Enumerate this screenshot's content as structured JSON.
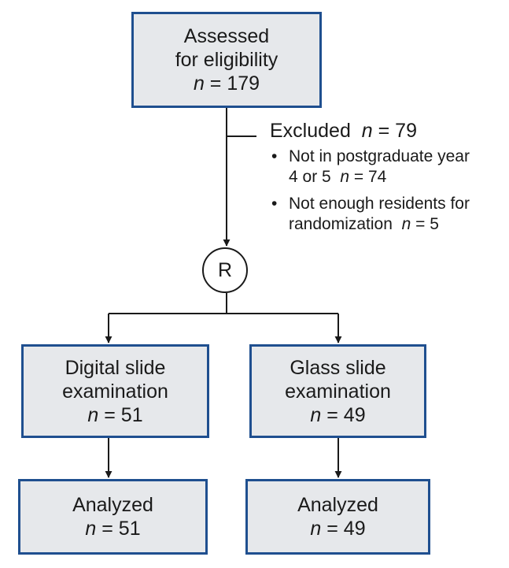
{
  "assessed": {
    "line1": "Assessed",
    "line2": "for eligibility",
    "n_label": "n",
    "n_value": "= 179"
  },
  "excluded": {
    "title": "Excluded",
    "n_label": "n",
    "n_value": "= 79",
    "items": [
      {
        "bullet": "•",
        "line1": "Not in postgraduate year",
        "line2": "4 or 5",
        "n_label": "n",
        "n_value": "= 74"
      },
      {
        "bullet": "•",
        "line1": "Not enough residents for",
        "line2": "randomization",
        "n_label": "n",
        "n_value": "= 5"
      }
    ]
  },
  "randomization": {
    "label": "R"
  },
  "digital": {
    "line1": "Digital slide",
    "line2": "examination",
    "n_label": "n",
    "n_value": "= 51"
  },
  "glass": {
    "line1": "Glass slide",
    "line2": "examination",
    "n_label": "n",
    "n_value": "= 49"
  },
  "analyzed_left": {
    "line1": "Analyzed",
    "n_label": "n",
    "n_value": "= 51"
  },
  "analyzed_right": {
    "line1": "Analyzed",
    "n_label": "n",
    "n_value": "= 49"
  },
  "colors": {
    "box_fill": "#e6e8eb",
    "box_border": "#1f4f8f",
    "line": "#1a1a1a"
  }
}
